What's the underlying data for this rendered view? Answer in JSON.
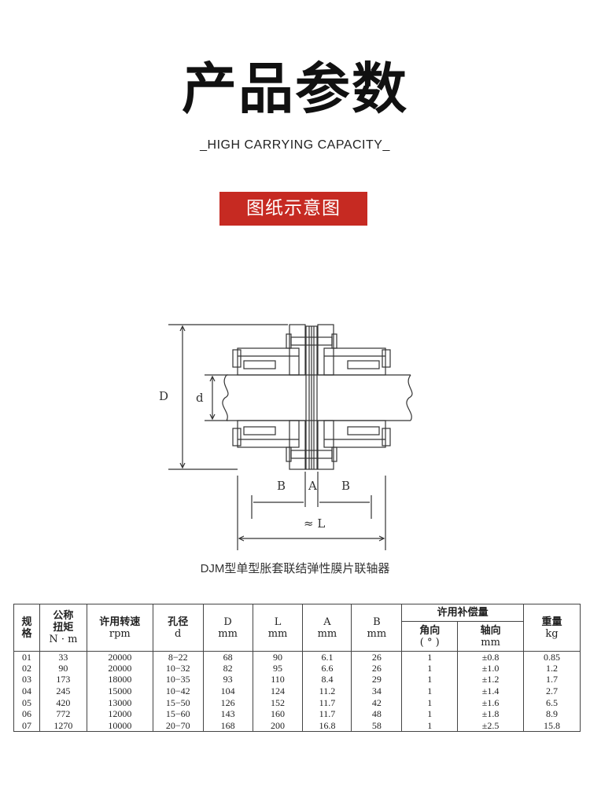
{
  "header": {
    "title": "产品参数",
    "subtitle": "_HIGH CARRYING CAPACITY_"
  },
  "section_badge": {
    "label": "图纸示意图",
    "color": "#c62a22"
  },
  "drawing": {
    "labels": {
      "D": "D",
      "d": "d",
      "B_left": "B",
      "A": "A",
      "B_right": "B",
      "L": "≈ L"
    },
    "caption_model": "DJM",
    "caption_text": "型单型胀套联结弹性膜片联轴器"
  },
  "table": {
    "headers": {
      "spec": [
        "规",
        "格"
      ],
      "torque": [
        "公称",
        "扭矩",
        "N · m"
      ],
      "speed": [
        "许用转速",
        "rpm"
      ],
      "bore": [
        "孔径",
        "d"
      ],
      "D": [
        "D",
        "mm"
      ],
      "L": [
        "L",
        "mm"
      ],
      "A": [
        "A",
        "mm"
      ],
      "B": [
        "B",
        "mm"
      ],
      "compensation": "许用补偿量",
      "angular": [
        "角向",
        "( ° )"
      ],
      "axial": [
        "轴向",
        "mm"
      ],
      "weight": [
        "重量",
        "kg"
      ]
    },
    "rows": [
      [
        "01",
        "33",
        "20000",
        "8−22",
        "68",
        "90",
        "6.1",
        "26",
        "1",
        "±0.8",
        "0.85"
      ],
      [
        "02",
        "90",
        "20000",
        "10−32",
        "82",
        "95",
        "6.6",
        "26",
        "1",
        "±1.0",
        "1.2"
      ],
      [
        "03",
        "173",
        "18000",
        "10−35",
        "93",
        "110",
        "8.4",
        "29",
        "1",
        "±1.2",
        "1.7"
      ],
      [
        "04",
        "245",
        "15000",
        "10−42",
        "104",
        "124",
        "11.2",
        "34",
        "1",
        "±1.4",
        "2.7"
      ],
      [
        "05",
        "420",
        "13000",
        "15−50",
        "126",
        "152",
        "11.7",
        "42",
        "1",
        "±1.6",
        "6.5"
      ],
      [
        "06",
        "772",
        "12000",
        "15−60",
        "143",
        "160",
        "11.7",
        "48",
        "1",
        "±1.8",
        "8.9"
      ],
      [
        "07",
        "1270",
        "10000",
        "20−70",
        "168",
        "200",
        "16.8",
        "58",
        "1",
        "±2.5",
        "15.8"
      ]
    ]
  }
}
